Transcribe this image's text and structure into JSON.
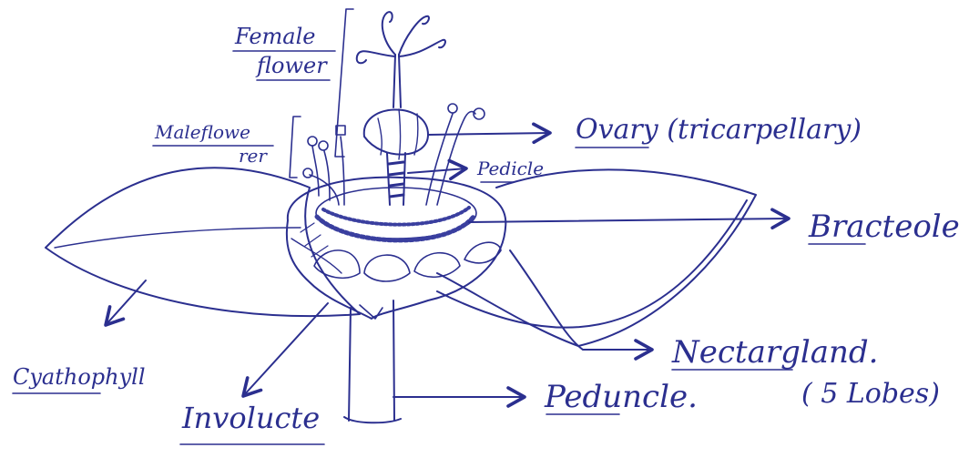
{
  "colors": {
    "ink": "#2b2f8f",
    "ink_light": "#5a5fb8",
    "paper": "#ffffff"
  },
  "labels": {
    "female_flower": [
      "Female",
      "flower"
    ],
    "male_flower": [
      "Maleflowe",
      "rer"
    ],
    "ovary": "Ovary (tricarpellary)",
    "pedicel": "Pedicle",
    "bracteole": "Bracteole",
    "nectar_gland": "Nectargland.",
    "nectar_gland_lobes": "( 5 Lobes)",
    "peduncle": "Peduncle.",
    "cyathophyll": "Cyathophyll",
    "involucre": "Involucte"
  }
}
